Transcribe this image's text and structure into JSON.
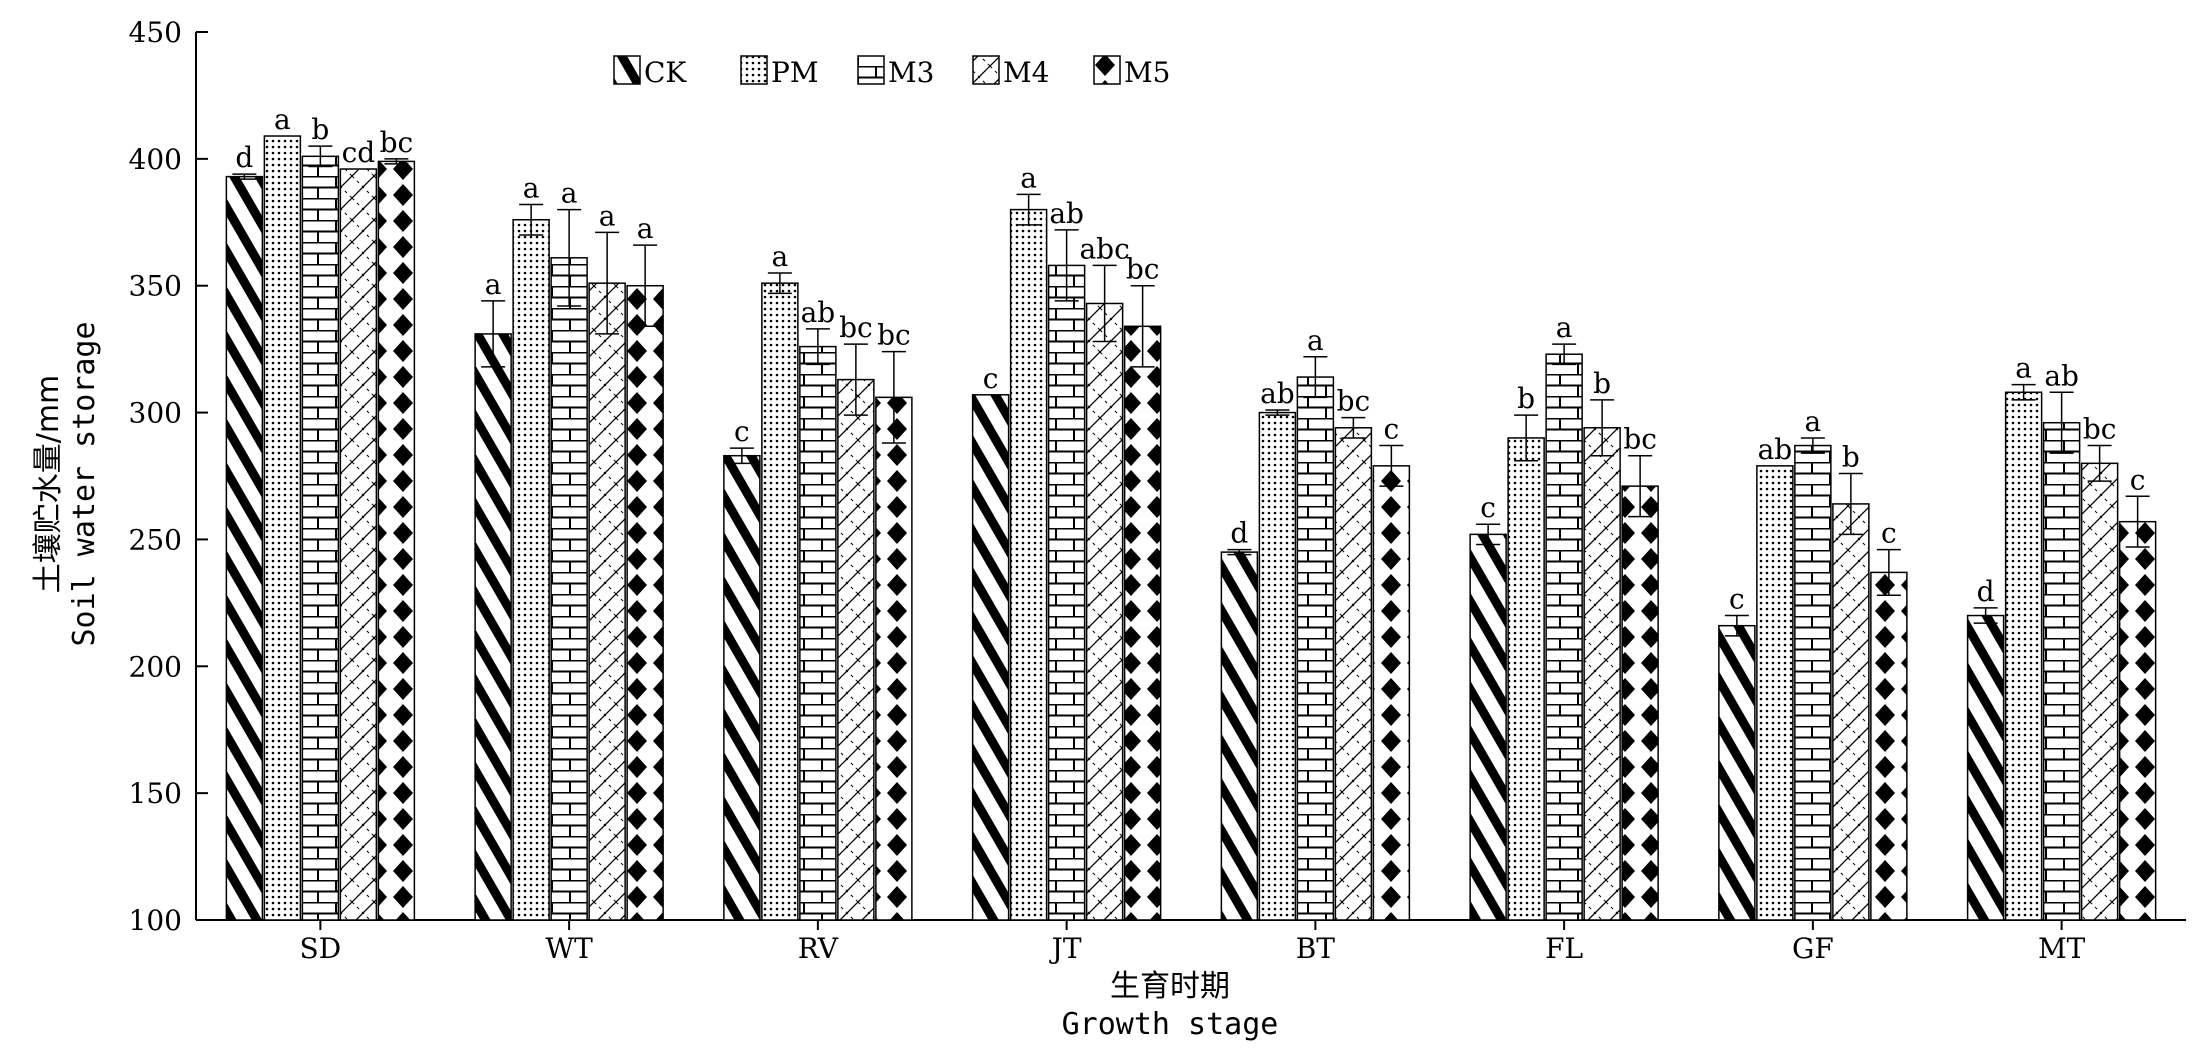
{
  "chart_data": {
    "type": "bar",
    "ylabel_cn": "土壤贮水量/mm",
    "ylabel": "Soil water storage",
    "xlabel_cn": "生育时期",
    "xlabel": "Growth stage",
    "ylim": [
      100,
      450
    ],
    "yticks": [
      100,
      150,
      200,
      250,
      300,
      350,
      400,
      450
    ],
    "categories": [
      "SD",
      "WT",
      "RV",
      "JT",
      "BT",
      "FL",
      "GF",
      "MT"
    ],
    "legend_position": "top-left",
    "grid": false,
    "series": [
      {
        "name": "CK",
        "pattern": "diagonal",
        "values": [
          393,
          331,
          283,
          307,
          245,
          252,
          216,
          220
        ],
        "errors": [
          1,
          13,
          3,
          0,
          1,
          4,
          4,
          3
        ],
        "letters": [
          "d",
          "a",
          "c",
          "c",
          "d",
          "c",
          "c",
          "d"
        ]
      },
      {
        "name": "PM",
        "pattern": "dots",
        "values": [
          409,
          376,
          351,
          380,
          300,
          290,
          279,
          308
        ],
        "errors": [
          0,
          6,
          4,
          6,
          1,
          9,
          0,
          3
        ],
        "letters": [
          "a",
          "a",
          "a",
          "a",
          "ab",
          "b",
          "ab",
          "a"
        ]
      },
      {
        "name": "M3",
        "pattern": "bricks",
        "values": [
          401,
          361,
          326,
          358,
          314,
          323,
          287,
          296
        ],
        "errors": [
          4,
          19,
          7,
          14,
          8,
          4,
          3,
          12
        ],
        "letters": [
          "b",
          "a",
          "ab",
          "ab",
          "a",
          "a",
          "a",
          "ab"
        ]
      },
      {
        "name": "M4",
        "pattern": "crosshatch",
        "values": [
          396,
          351,
          313,
          343,
          294,
          294,
          264,
          280
        ],
        "errors": [
          0,
          20,
          14,
          15,
          4,
          11,
          12,
          7
        ],
        "letters": [
          "cd",
          "a",
          "bc",
          "abc",
          "bc",
          "b",
          "b",
          "bc"
        ]
      },
      {
        "name": "M5",
        "pattern": "diamonds",
        "values": [
          399,
          350,
          306,
          334,
          279,
          271,
          237,
          257
        ],
        "errors": [
          1,
          16,
          18,
          16,
          8,
          12,
          9,
          10
        ],
        "letters": [
          "bc",
          "a",
          "bc",
          "bc",
          "c",
          "bc",
          "c",
          "c"
        ]
      }
    ]
  }
}
